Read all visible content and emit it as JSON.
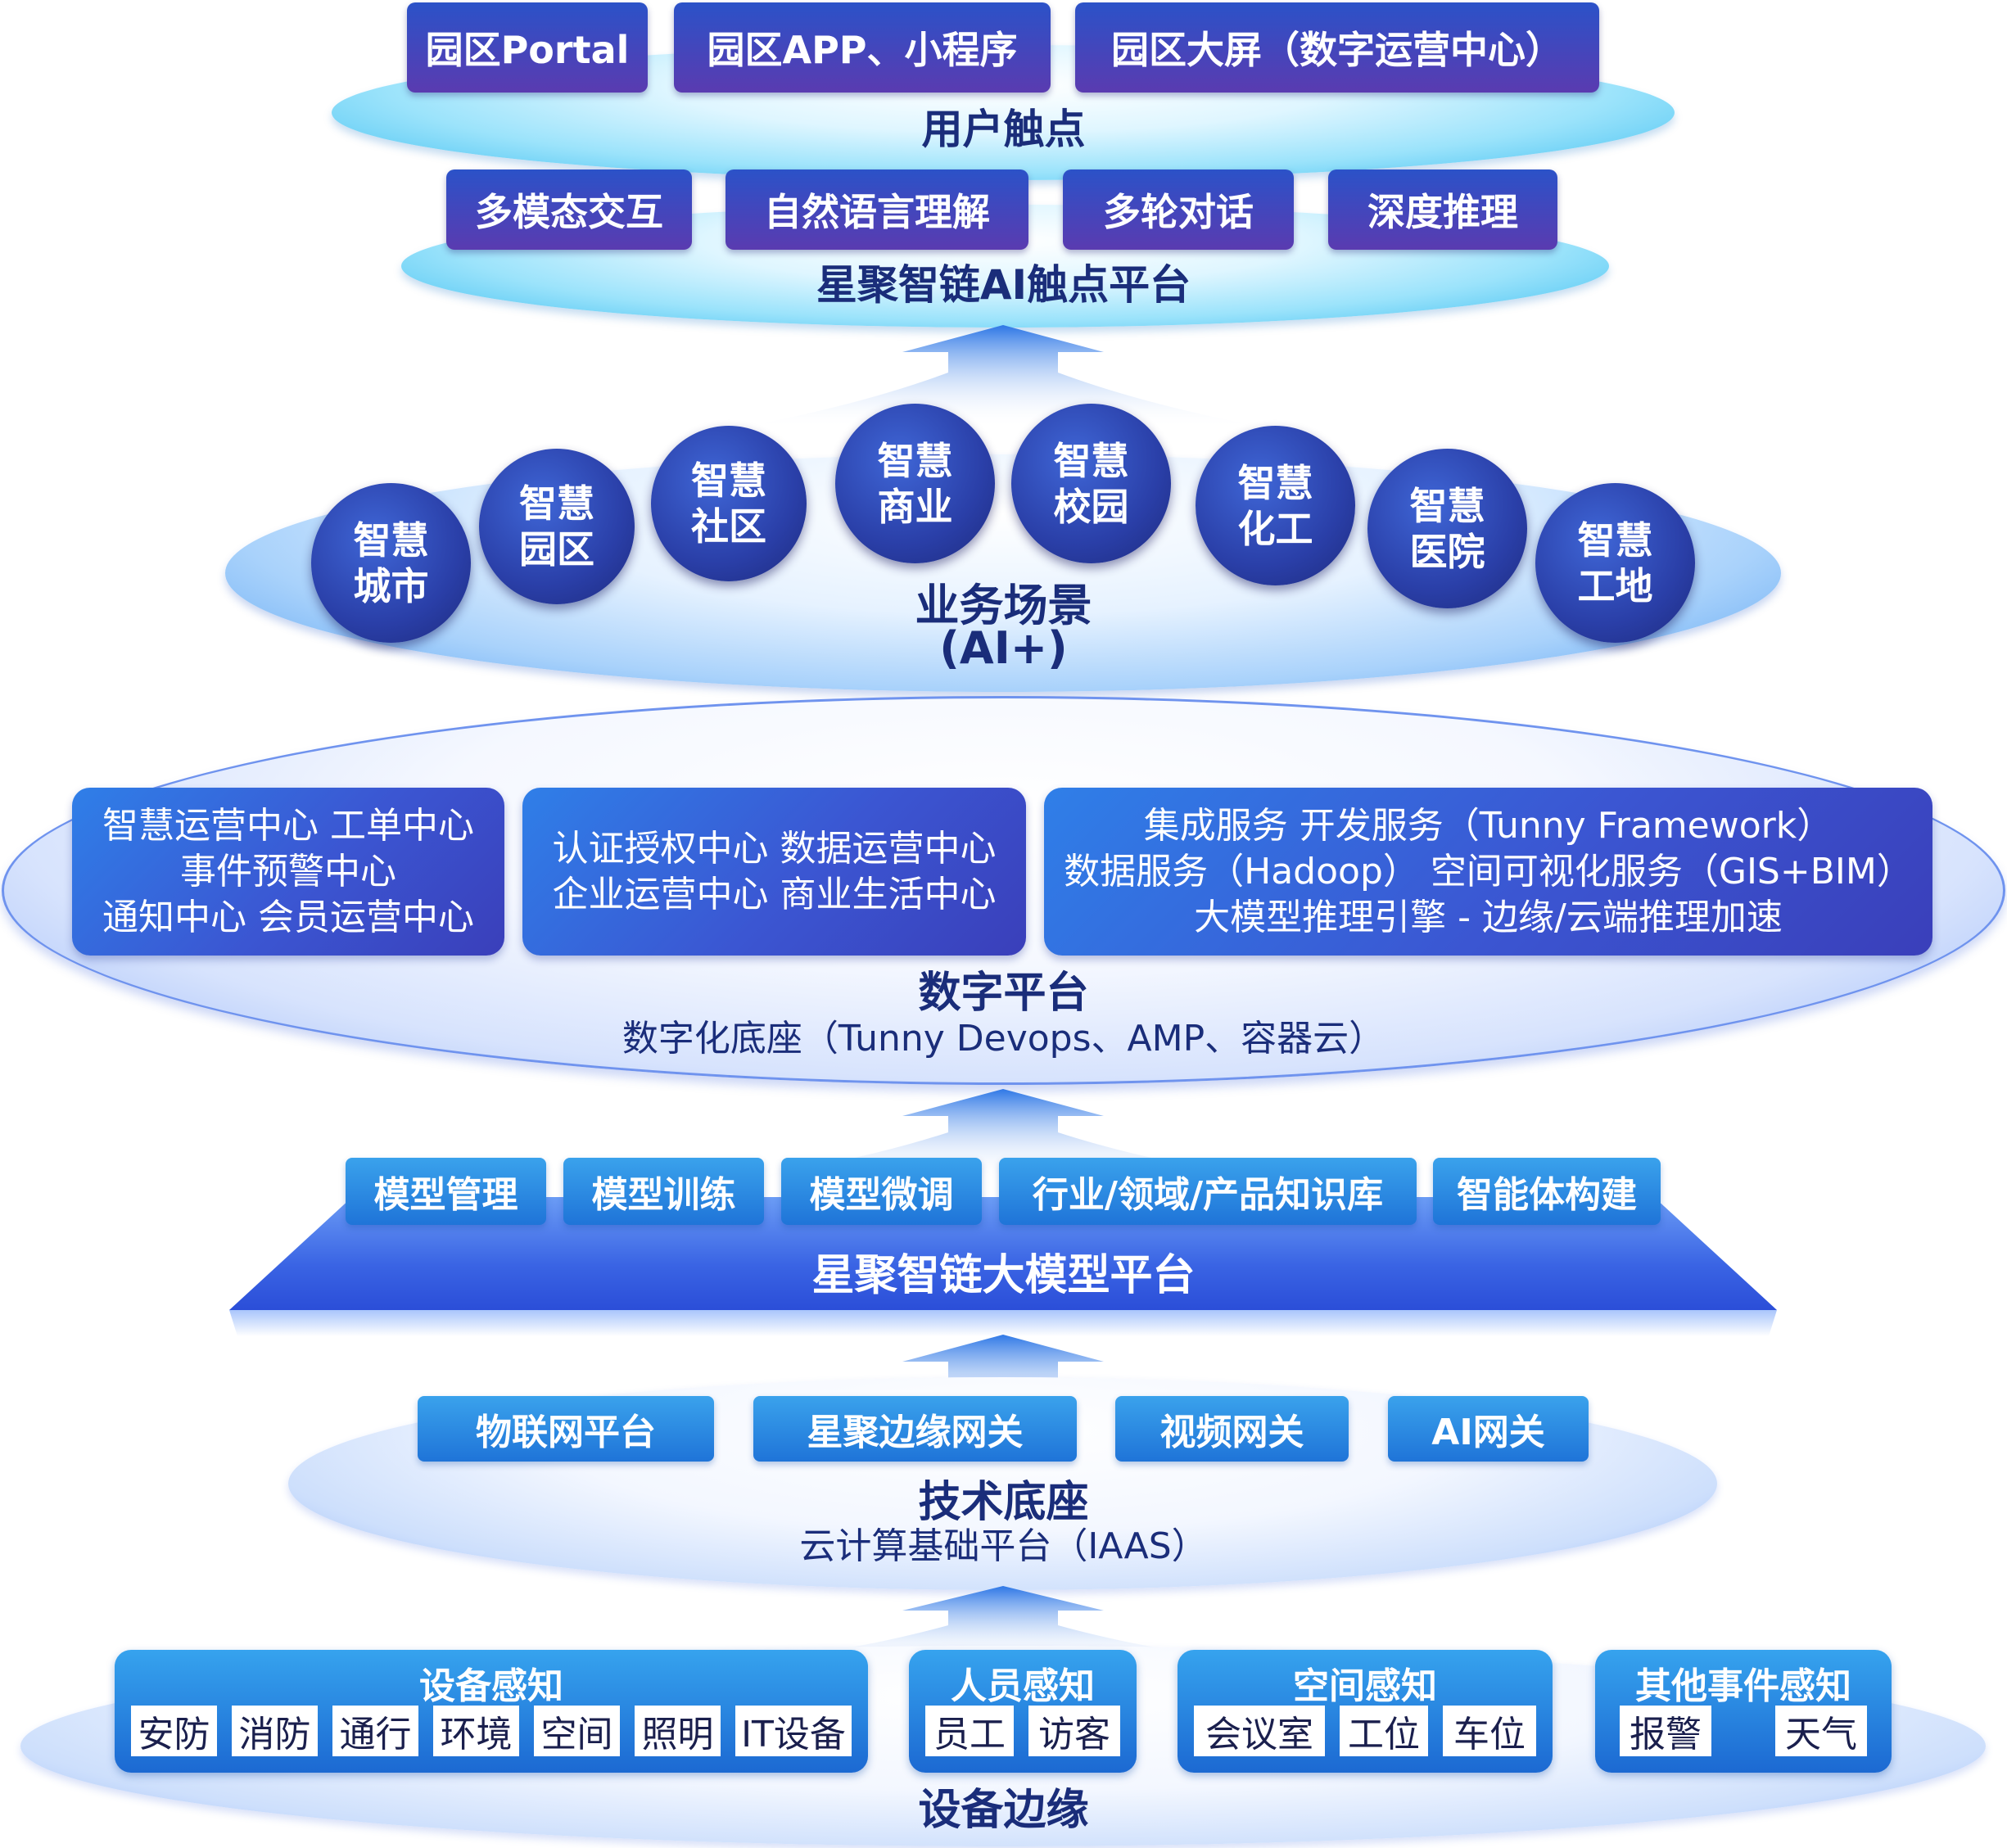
{
  "user_touchpoints": {
    "title": "用户触点",
    "items": [
      "园区Portal",
      "园区APP、小程序",
      "园区大屏（数字运营中心）"
    ]
  },
  "ai_platform": {
    "title": "星聚智链AI触点平台",
    "items": [
      "多模态交互",
      "自然语言理解",
      "多轮对话",
      "深度推理"
    ]
  },
  "scenarios": {
    "title": "业务场景",
    "subtitle": "(AI+)",
    "items": [
      {
        "line1": "智慧",
        "line2": "城市"
      },
      {
        "line1": "智慧",
        "line2": "园区"
      },
      {
        "line1": "智慧",
        "line2": "社区"
      },
      {
        "line1": "智慧",
        "line2": "商业"
      },
      {
        "line1": "智慧",
        "line2": "校园"
      },
      {
        "line1": "智慧",
        "line2": "化工"
      },
      {
        "line1": "智慧",
        "line2": "医院"
      },
      {
        "line1": "智慧",
        "line2": "工地"
      }
    ]
  },
  "digital_platform": {
    "title": "数字平台",
    "subtitle": "数字化底座（Tunny Devops、AMP、容器云）",
    "box1": [
      "智慧运营中心  工单中心",
      "事件预警中心",
      "通知中心  会员运营中心"
    ],
    "box2": [
      "认证授权中心  数据运营中心",
      "企业运营中心  商业生活中心"
    ],
    "box3": [
      "集成服务  开发服务（Tunny Framework）",
      "数据服务（Hadoop）  空间可视化服务（GIS+BIM）",
      "大模型推理引擎 - 边缘/云端推理加速"
    ]
  },
  "model_platform": {
    "title": "星聚智链大模型平台",
    "items": [
      "模型管理",
      "模型训练",
      "模型微调",
      "行业/领域/产品知识库",
      "智能体构建"
    ]
  },
  "tech_base": {
    "title": "技术底座",
    "subtitle": "云计算基础平台（IAAS）",
    "items": [
      "物联网平台",
      "星聚边缘网关",
      "视频网关",
      "AI网关"
    ]
  },
  "device_edge": {
    "title": "设备边缘",
    "groups": [
      {
        "title": "设备感知",
        "chips": [
          "安防",
          "消防",
          "通行",
          "环境",
          "空间",
          "照明",
          "IT设备"
        ]
      },
      {
        "title": "人员感知",
        "chips": [
          "员工",
          "访客"
        ]
      },
      {
        "title": "空间感知",
        "chips": [
          "会议室",
          "工位",
          "车位"
        ]
      },
      {
        "title": "其他事件感知",
        "chips": [
          "报警",
          "天气"
        ]
      }
    ]
  },
  "colors": {
    "purple_button": "#3b46b8",
    "circle": "#2a3fa8",
    "cyan_button": "#1f74d8",
    "label_text": "#1a2d7a"
  }
}
